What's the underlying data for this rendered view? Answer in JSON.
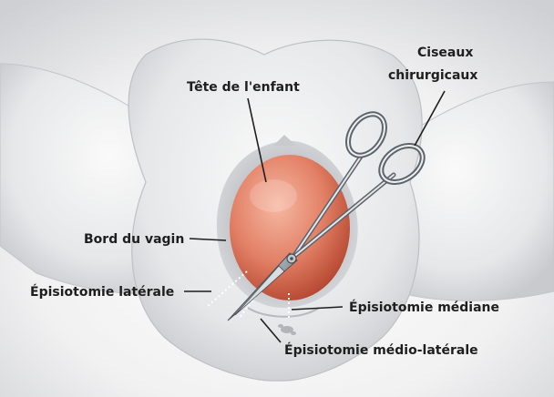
{
  "labels": {
    "head": "Tête de l'enfant",
    "scissors_line1": "Ciseaux",
    "scissors_line2": "chirurgicaux",
    "vaginal_edge": "Bord du vagin",
    "lateral": "Épisiotomie latérale",
    "median": "Épisiotomie médiane",
    "mediolateral": "Épisiotomie médio-latérale"
  },
  "colors": {
    "head_fill": "#e28066",
    "head_shadow": "#b3442d",
    "leader_line": "#1e1e1e",
    "incision_dots": "#ffffff"
  },
  "icons": {
    "scissors": "surgical-scissors",
    "head": "baby-head"
  }
}
